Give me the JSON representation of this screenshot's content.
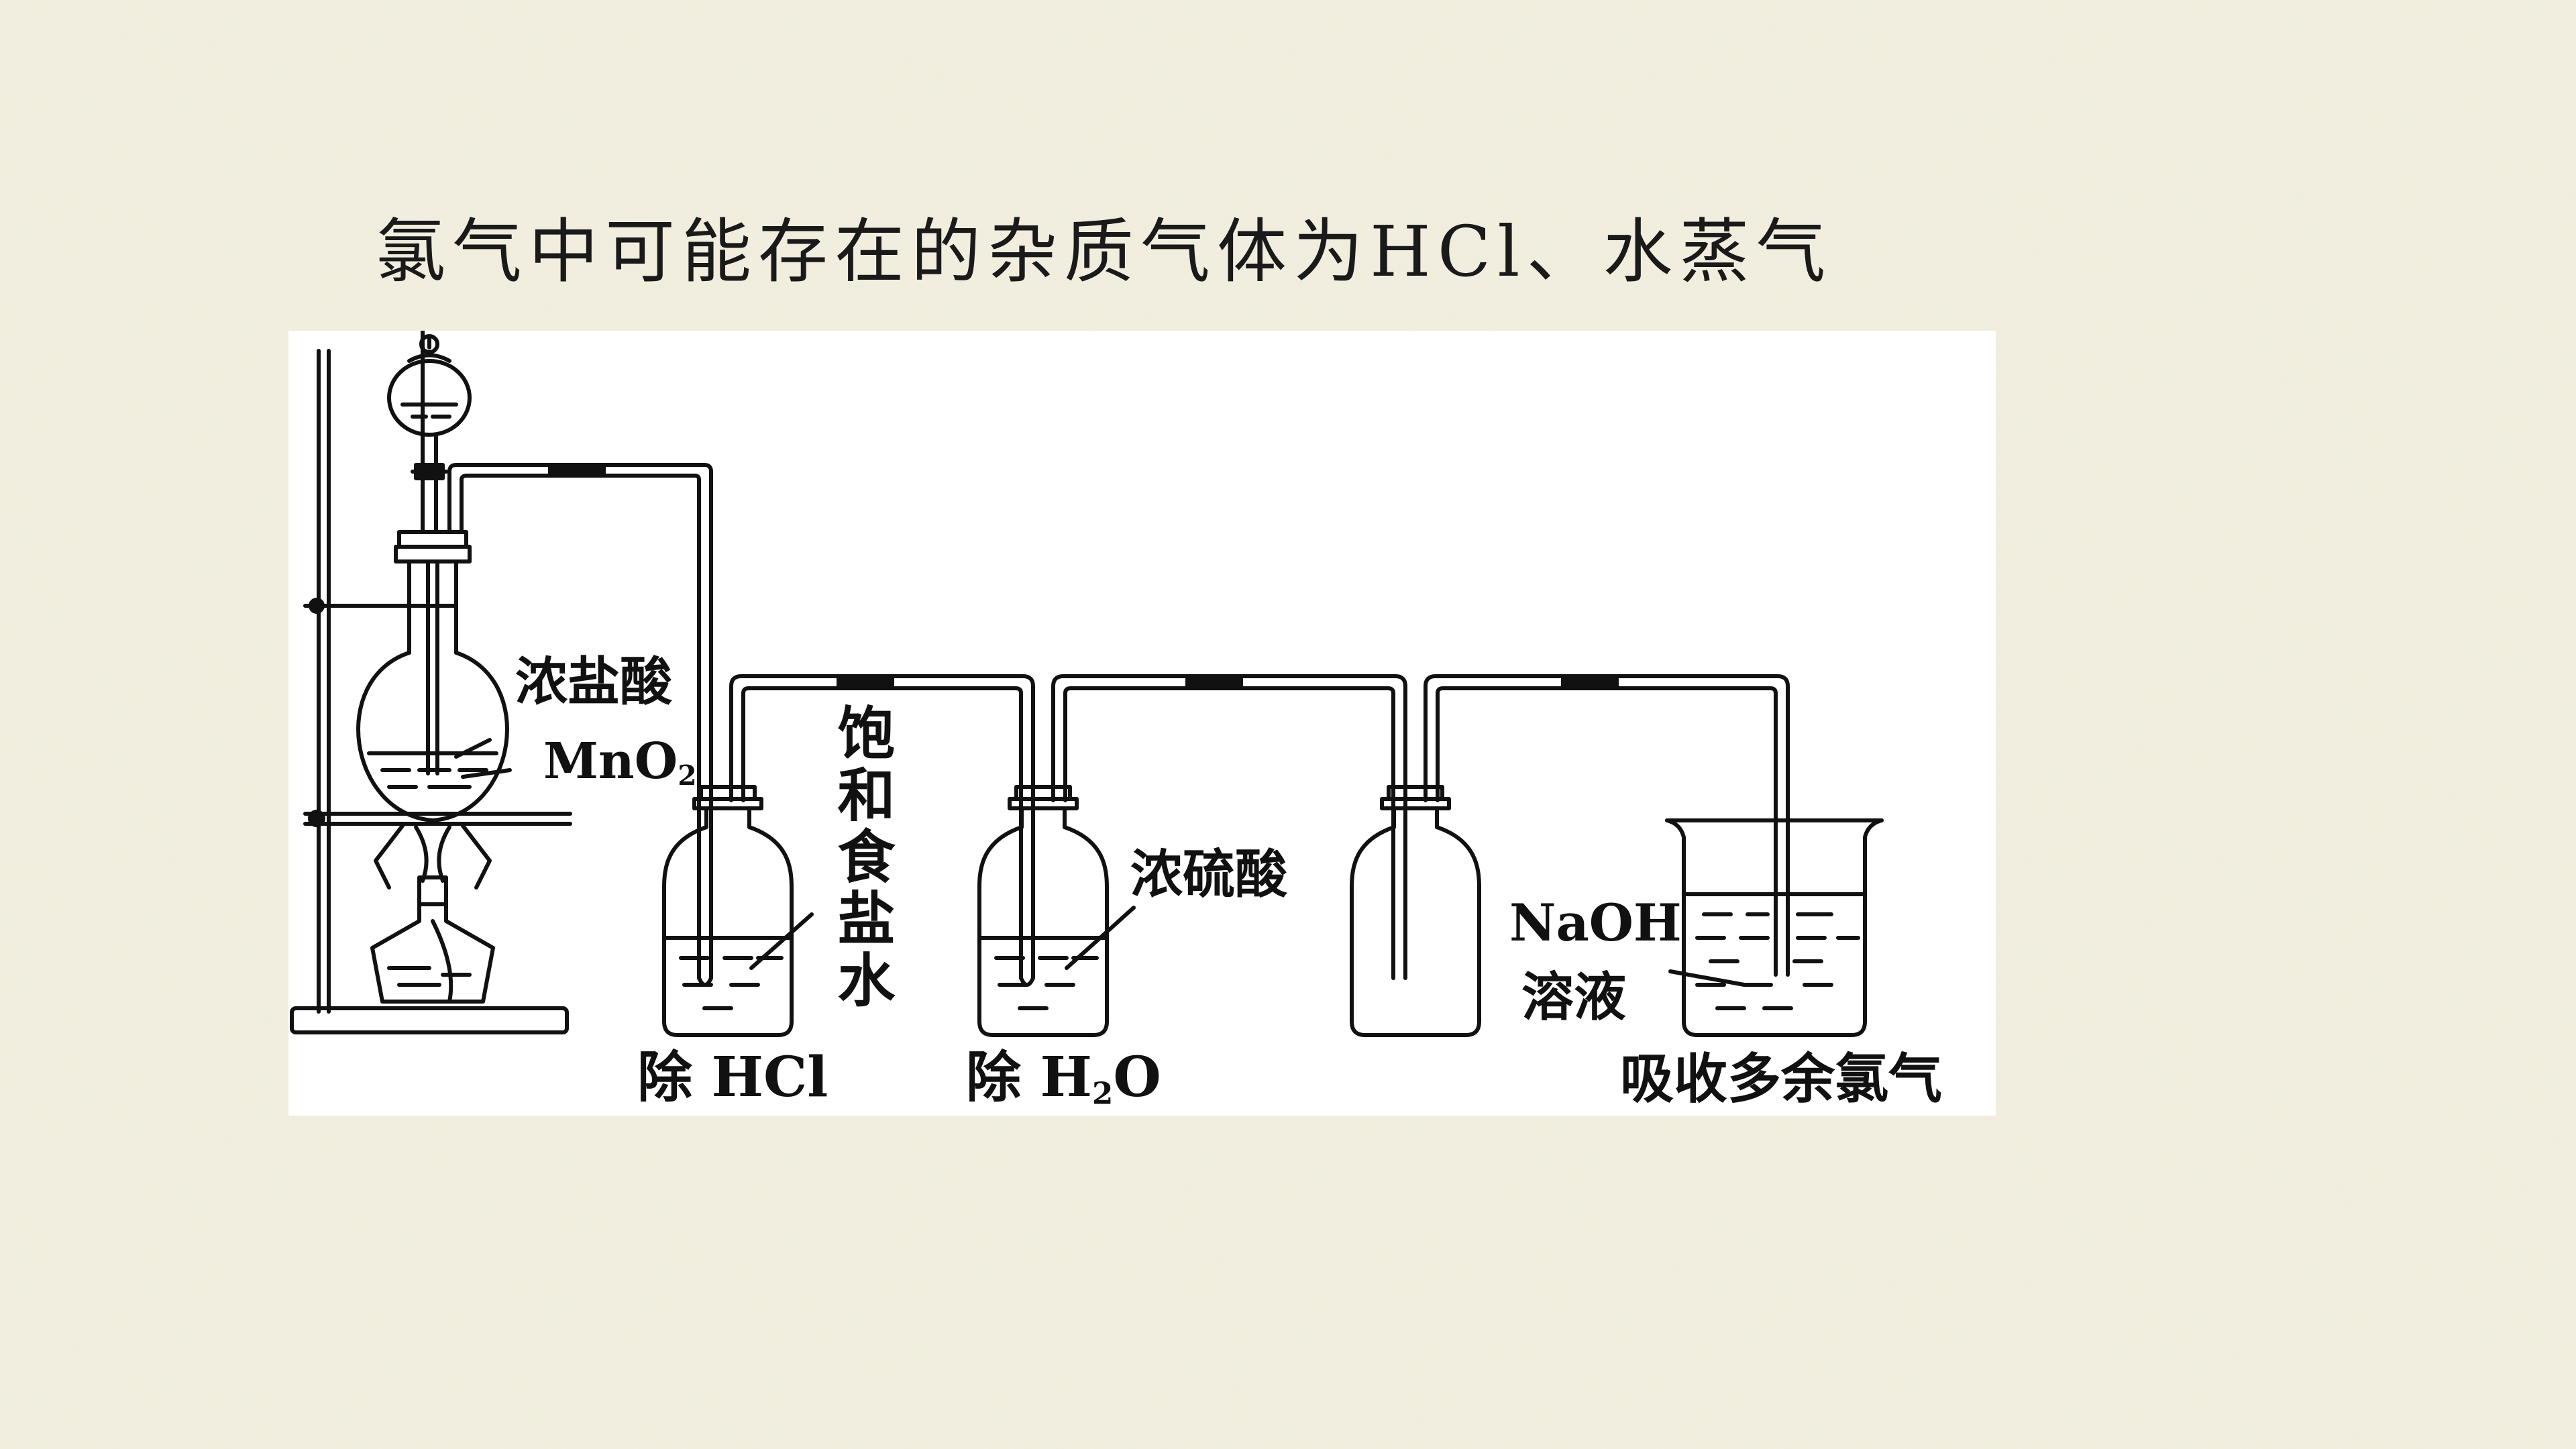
{
  "slide": {
    "title": "氯气中可能存在的杂质气体为HCl、水蒸气",
    "background_color": "#f3f0e1"
  },
  "diagram": {
    "reagents": {
      "acid": "浓盐酸",
      "oxide_base": "MnO",
      "oxide_sub": "2",
      "brine": "饱和食盐水",
      "sulfuric_acid": "浓硫酸",
      "naoh_line1": "NaOH",
      "naoh_line2": "溶液"
    },
    "captions": {
      "remove_hcl": "除 HCl",
      "remove_water_prefix": "除 H",
      "remove_water_sub": "2",
      "remove_water_suffix": "O",
      "absorb": "吸收多余氯气"
    },
    "icons": {
      "stand": "iron-stand-icon",
      "funnel": "separatory-funnel-icon",
      "flask": "round-bottom-flask-icon",
      "burner": "alcohol-lamp-icon",
      "bottle": "gas-wash-bottle-icon",
      "beaker": "beaker-icon"
    }
  }
}
